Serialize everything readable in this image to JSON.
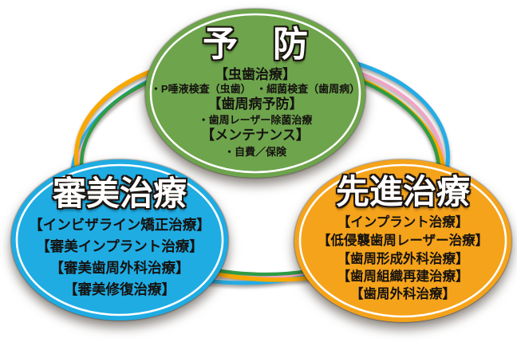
{
  "diagram": {
    "description": "Dental clinic treatment relationship diagram with three linked ovals",
    "background_color": "#ffffff",
    "ring": {
      "strands": [
        {
          "name": "blue-strand",
          "color": "#25ace4"
        },
        {
          "name": "pink-strand",
          "color": "#f2a3c7"
        },
        {
          "name": "orange-strand",
          "color": "#f8a800"
        },
        {
          "name": "green-strand",
          "color": "#2f9c45"
        }
      ]
    },
    "bubbles": {
      "prevention": {
        "title": "予　防",
        "fill_color": "#6da44c",
        "ring_color": "#ffffff",
        "lines": [
          "【虫歯治療】",
          "・P唾液検査（虫歯）　・細菌検査（歯周病）",
          "【歯周病予防】",
          "・歯周レーザー除菌治療",
          "【メンテナンス】",
          "・自費／保険"
        ]
      },
      "aesthetic": {
        "title": "審美治療",
        "fill_color": "#1face3",
        "ring_color": "#ffffff",
        "items": [
          "【インビザライン矯正治療】",
          "【審美インプラント治療】",
          "【審美歯周外科治療】",
          "【審美修復治療】"
        ]
      },
      "advanced": {
        "title": "先進治療",
        "fill_color": "#f5a31b",
        "ring_color": "#ffffff",
        "items": [
          "【インプラント治療】",
          "【低侵襲歯周レーザー治療】",
          "【歯周形成外科治療】",
          "【歯周組織再建治療】",
          "【歯周外科治療】"
        ]
      }
    }
  }
}
